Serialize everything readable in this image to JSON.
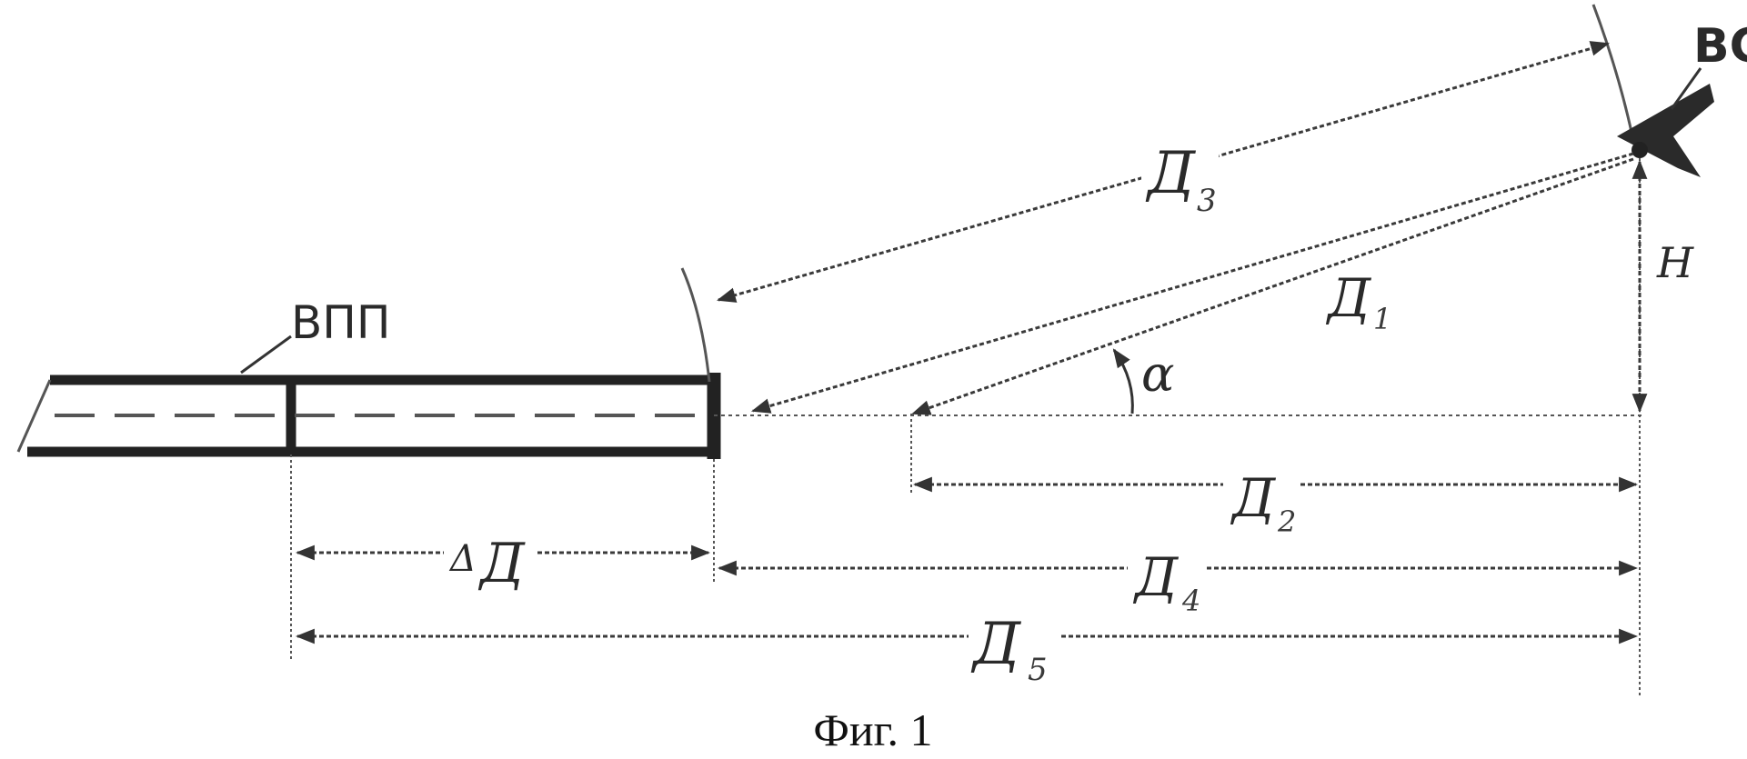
{
  "figure": {
    "caption": "Фиг. 1",
    "labels": {
      "vs": "ВС",
      "vpp": "ВПП",
      "h": "Н",
      "alpha": "α",
      "d1": "Д",
      "d1_sub": "1",
      "d2": "Д",
      "d2_sub": "2",
      "d3": "Д",
      "d3_sub": "3",
      "d4": "Д",
      "d4_sub": "4",
      "d5": "Д",
      "d5_sub": "5",
      "delta_d_prefix": "Δ",
      "delta_d": "Д"
    }
  },
  "colors": {
    "ink": "#2a2a2a",
    "background": "#ffffff"
  }
}
